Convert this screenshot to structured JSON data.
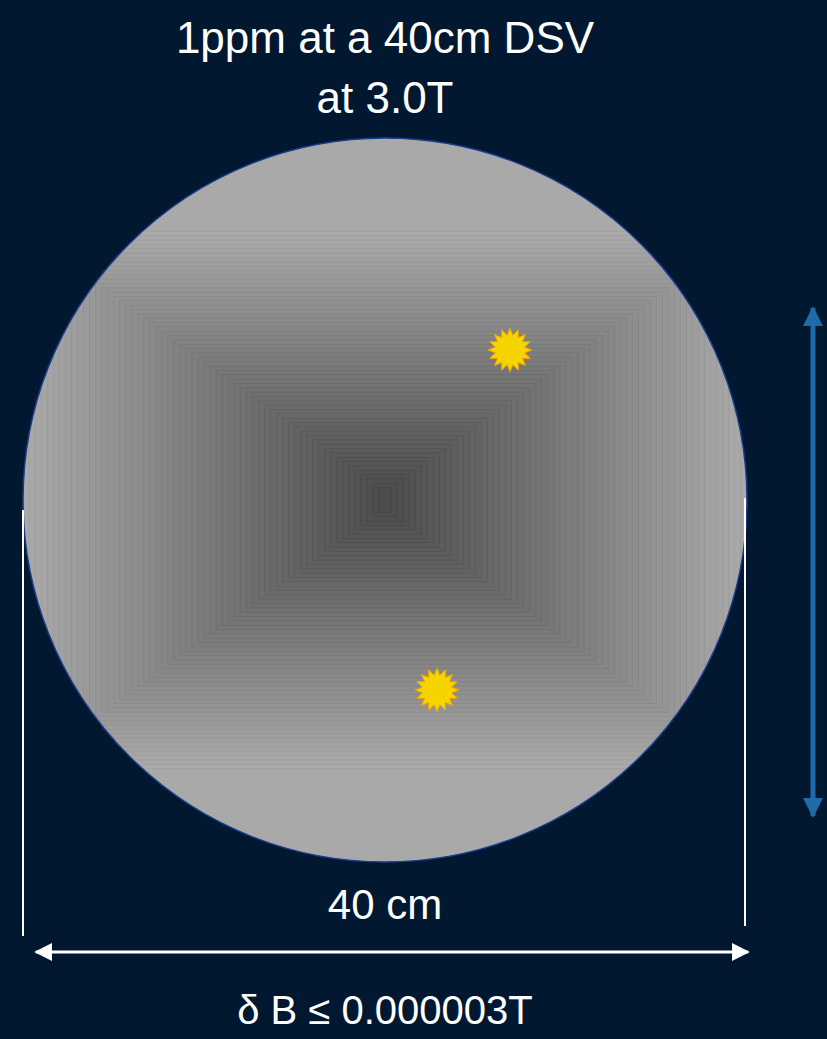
{
  "diagram": {
    "title": "1ppm at a 40cm DSV at 3.0T",
    "labels": [
      "40 cm",
      "δ B ≤ 0.000003T"
    ]
  }
}
